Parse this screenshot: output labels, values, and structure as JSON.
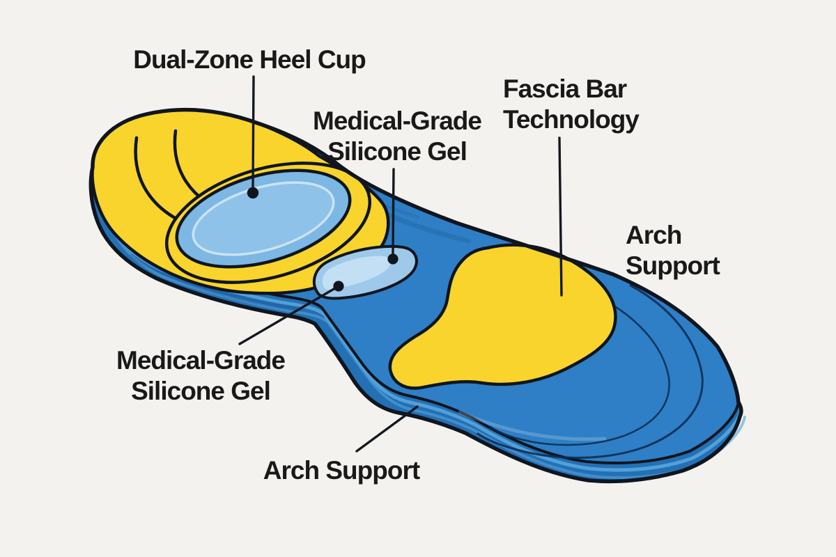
{
  "figure": {
    "type": "labeled product diagram",
    "subject": "Orthotic insole feature diagram"
  },
  "colors": {
    "background": "#f4f2ee",
    "insole_top_blue": "#2e7fc5",
    "insole_side_blue": "#2470b4",
    "side_highlight_blue": "#55a2db",
    "accent_yellow": "#f8d42d",
    "heel_gel_blue": "#7db7e3",
    "heel_gel_inner_blue": "#8fc2e8",
    "gel_pad_blue": "#9fc9ea",
    "gel_highlight_blue": "#c9e3f5",
    "outline_dark": "#10151e",
    "contour_line": "#0d2d55",
    "leader_line": "#14181f",
    "label_text": "#191919"
  },
  "callouts": [
    {
      "id": "heel-cup",
      "lines": [
        "Dual-Zone Heel Cup"
      ],
      "leader": true,
      "dot": true
    },
    {
      "id": "silicone-top",
      "lines": [
        "Medical-Grade",
        "Silicone Gel"
      ],
      "leader": true,
      "dot": true
    },
    {
      "id": "fascia-bar",
      "lines": [
        "Fascia Bar",
        "Technology"
      ],
      "leader": true,
      "dot": false
    },
    {
      "id": "arch-right",
      "lines": [
        "Arch",
        "Support"
      ],
      "leader": false,
      "dot": false
    },
    {
      "id": "silicone-bottom",
      "lines": [
        "Medical-Grade",
        "Silicone Gel"
      ],
      "leader": true,
      "dot": true
    },
    {
      "id": "arch-bottom",
      "lines": [
        "Arch Support"
      ],
      "leader": true,
      "dot": false
    }
  ]
}
